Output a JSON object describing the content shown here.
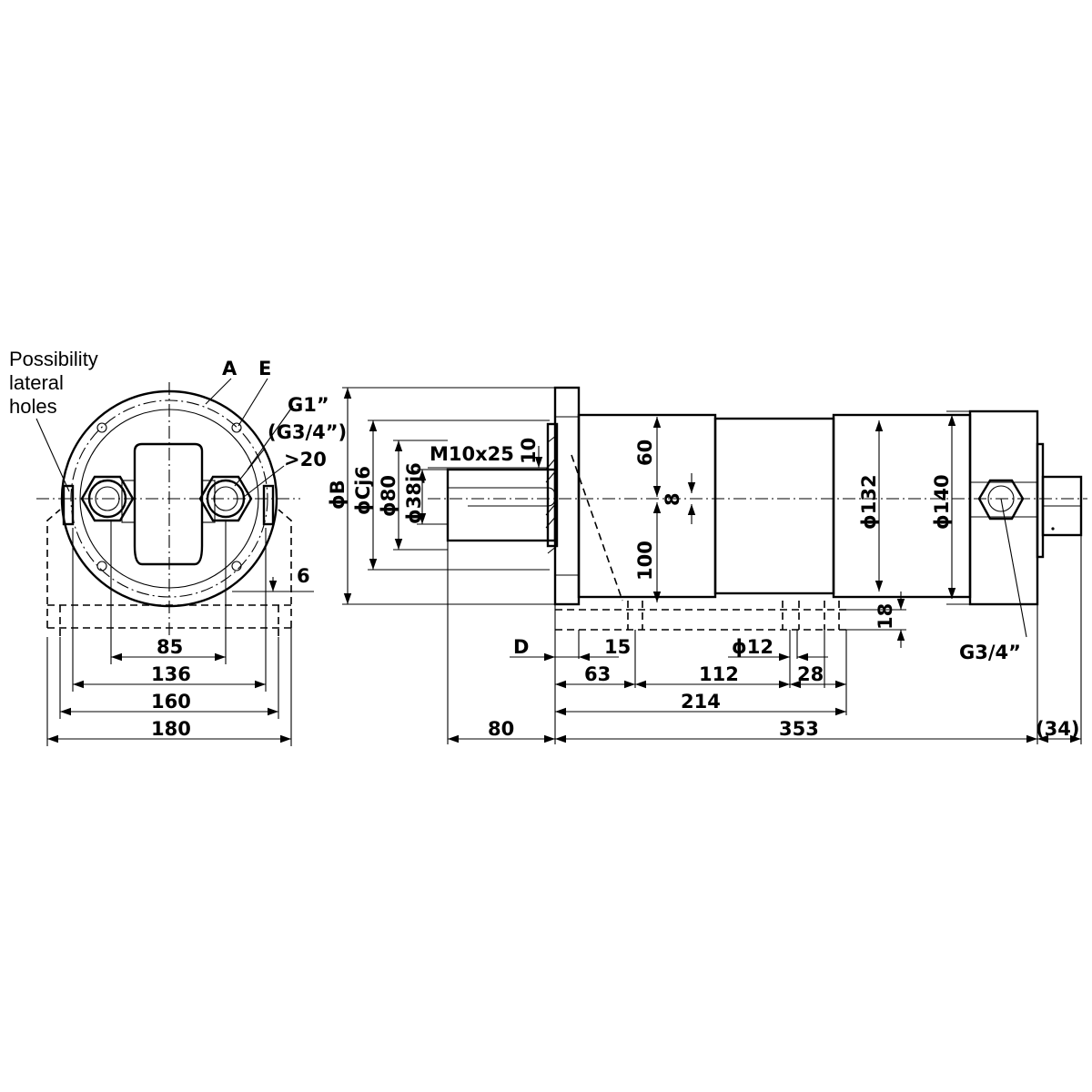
{
  "front_view": {
    "note_lines": [
      "Possibility",
      "lateral",
      "holes"
    ],
    "label_a": "A",
    "label_e": "E",
    "port_main": "G1”",
    "port_alt": "(G3/4”)",
    "port_depth": ">20",
    "dim_6": "6",
    "dim_85": "85",
    "dim_136": "136",
    "dim_160": "160",
    "dim_180": "180"
  },
  "side_view": {
    "dia_b": "ϕB",
    "dia_c": "ϕCj6",
    "dia_80": "ϕ80",
    "dia_38": "ϕ38j6",
    "thread": "M10x25",
    "dim_10": "10",
    "dim_60": "60",
    "dim_8": "8",
    "dim_100": "100",
    "dia_132": "ϕ132",
    "dia_140": "ϕ140",
    "dim_18": "18",
    "label_d": "D",
    "dim_15": "15",
    "dia_12": "ϕ12",
    "dim_63": "63",
    "dim_112": "112",
    "dim_28": "28",
    "dim_214": "214",
    "dim_80": "80",
    "dim_353": "353",
    "dim_34": "(34)",
    "port_rear": "G3/4”"
  }
}
